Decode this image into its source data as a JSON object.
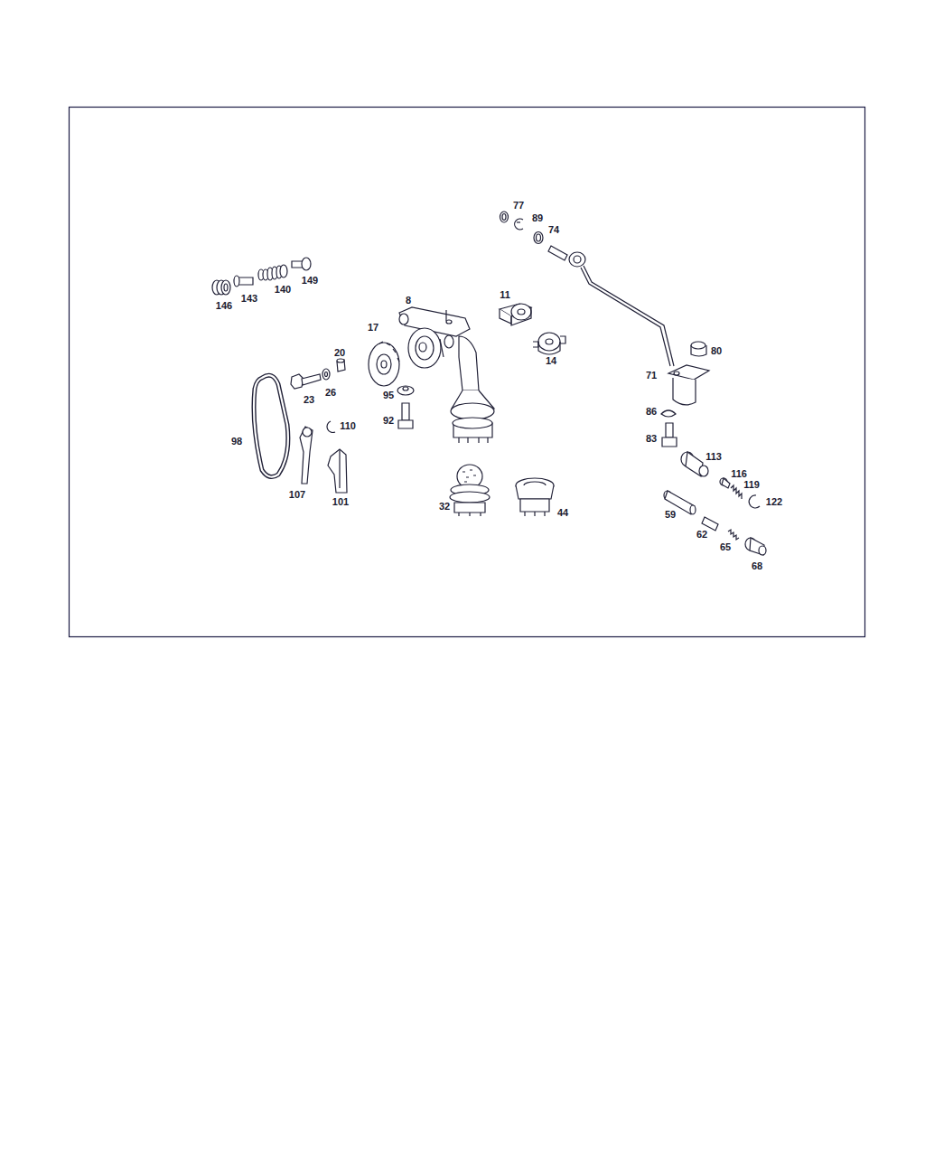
{
  "diagram": {
    "labels": [
      "77",
      "89",
      "74",
      "146",
      "143",
      "140",
      "149",
      "8",
      "11",
      "17",
      "20",
      "80",
      "71",
      "23",
      "26",
      "95",
      "14",
      "86",
      "92",
      "98",
      "110",
      "83",
      "113",
      "116",
      "119",
      "122",
      "107",
      "101",
      "32",
      "59",
      "44",
      "62",
      "65",
      "68"
    ]
  }
}
